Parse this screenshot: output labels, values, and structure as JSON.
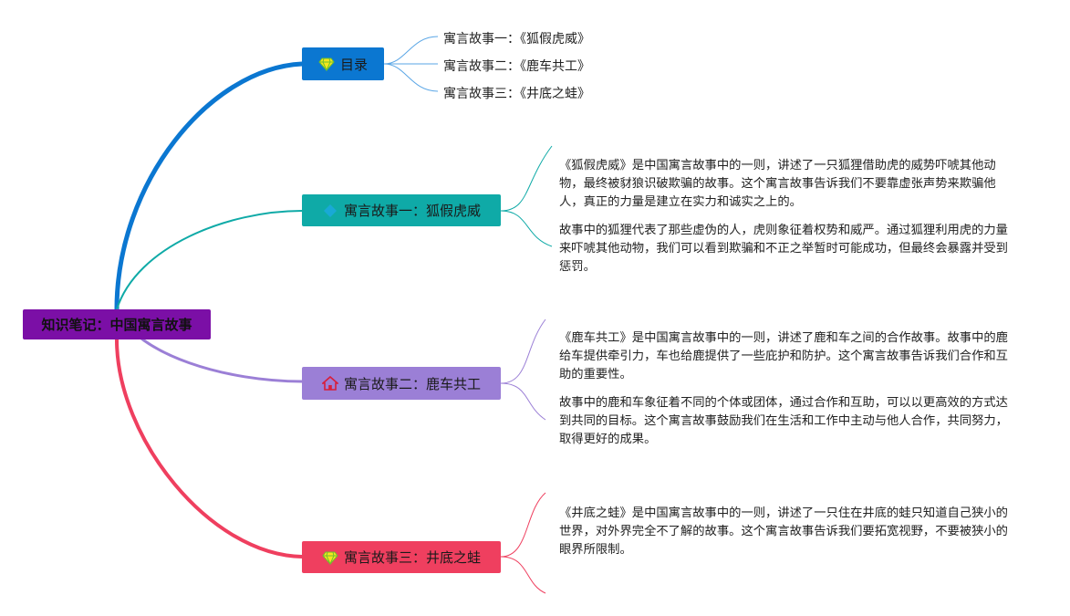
{
  "colors": {
    "root": "#7b0fa6",
    "toc": "#0b77d1",
    "story1": "#0faaa7",
    "story2": "#9b7fd6",
    "story3": "#ef3f5f"
  },
  "root": {
    "label": "知识笔记：中国寓言故事"
  },
  "toc": {
    "label": "目录",
    "icon": "gem-icon",
    "items": [
      "寓言故事一：《狐假虎威》",
      "寓言故事二：《鹿车共工》",
      "寓言故事三：《井底之蛙》"
    ]
  },
  "stories": [
    {
      "label": "寓言故事一：狐假虎威",
      "icon": "diamond-icon",
      "paragraphs": [
        "《狐假虎威》是中国寓言故事中的一则，讲述了一只狐狸借助虎的威势吓唬其他动物，最终被豺狼识破欺骗的故事。这个寓言故事告诉我们不要靠虚张声势来欺骗他人，真正的力量是建立在实力和诚实之上的。",
        "故事中的狐狸代表了那些虚伪的人，虎则象征着权势和威严。通过狐狸利用虎的力量来吓唬其他动物，我们可以看到欺骗和不正之举暂时可能成功，但最终会暴露并受到惩罚。"
      ]
    },
    {
      "label": "寓言故事二：鹿车共工",
      "icon": "house-icon",
      "paragraphs": [
        "《鹿车共工》是中国寓言故事中的一则，讲述了鹿和车之间的合作故事。故事中的鹿给车提供牵引力，车也给鹿提供了一些庇护和防护。这个寓言故事告诉我们合作和互助的重要性。",
        "故事中的鹿和车象征着不同的个体或团体，通过合作和互助，可以以更高效的方式达到共同的目标。这个寓言故事鼓励我们在生活和工作中主动与他人合作，共同努力，取得更好的成果。"
      ]
    },
    {
      "label": "寓言故事三：井底之蛙",
      "icon": "gem-icon",
      "paragraphs": [
        "《井底之蛙》是中国寓言故事中的一则，讲述了一只住在井底的蛙只知道自己狭小的世界，对外界完全不了解的故事。这个寓言故事告诉我们要拓宽视野，不要被狭小的眼界所限制。"
      ]
    }
  ]
}
